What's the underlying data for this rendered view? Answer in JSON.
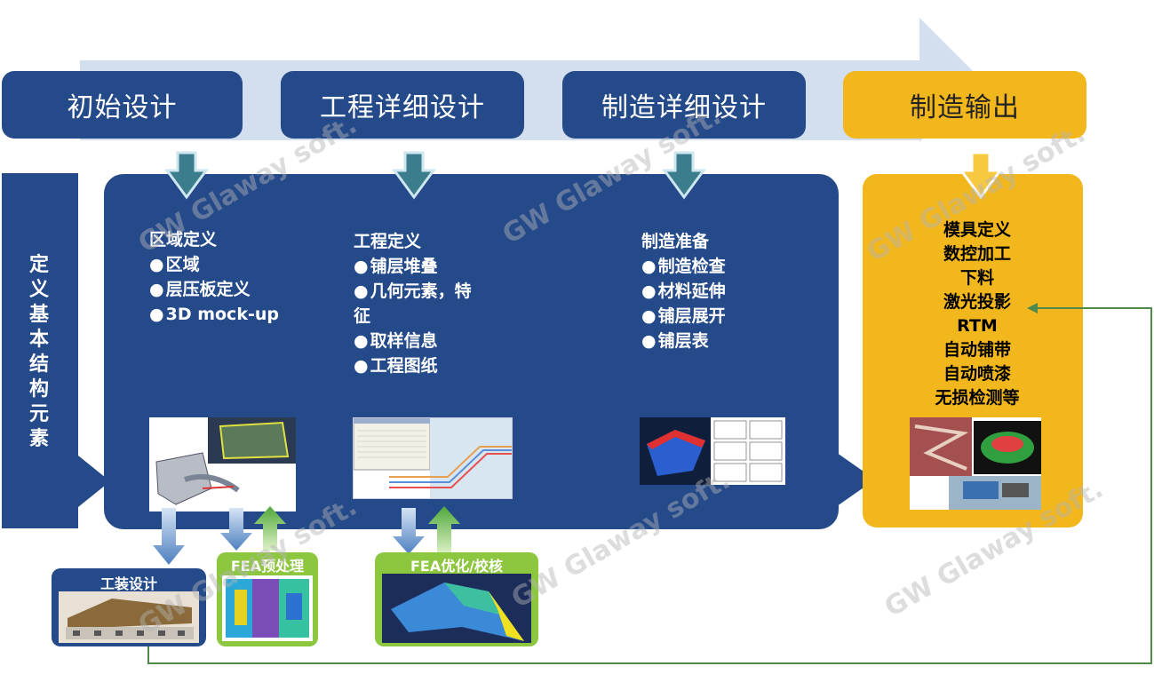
{
  "phases": [
    {
      "label": "初始设计"
    },
    {
      "label": "工程详细设计"
    },
    {
      "label": "制造详细设计"
    },
    {
      "label": "制造输出"
    }
  ],
  "side_label": "定义基本结构元素",
  "panels": {
    "initial": {
      "title": "区域定义",
      "items": [
        "区域",
        "层压板定义",
        "3D mock-up"
      ]
    },
    "engineering": {
      "title": "工程定义",
      "items": [
        "铺层堆叠",
        "几何元素，特征",
        "取样信息",
        "工程图纸"
      ]
    },
    "manufacturing": {
      "title": "制造准备",
      "items": [
        "制造检查",
        "材料延伸",
        "铺层展开",
        "铺层表"
      ]
    }
  },
  "output_list": [
    "模具定义",
    "数控加工",
    "下料",
    "激光投影",
    "RTM",
    "自动铺带",
    "自动喷漆",
    "无损检测等"
  ],
  "bottom_boxes": {
    "tooling": "工装设计",
    "fea_pre": "FEA预处理",
    "fea_opt": "FEA优化/校核"
  },
  "watermark": {
    "logo": "GW",
    "text": "Glaway soft."
  },
  "colors": {
    "navy": "#244a8a",
    "gold": "#f3b71e",
    "green": "#8dc63f",
    "arrow_light": "#c9d9ec",
    "feedback_line": "#4f8a4a"
  }
}
